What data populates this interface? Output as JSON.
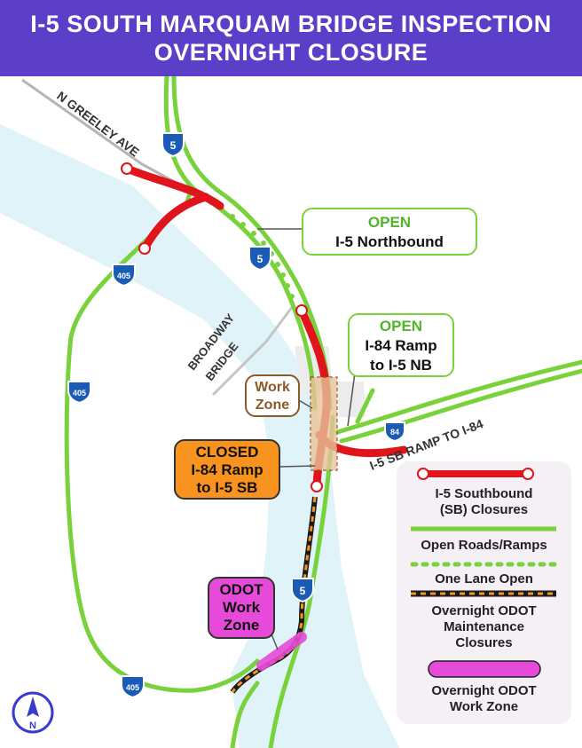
{
  "header": {
    "title_line1": "I-5 SOUTH MARQUAM BRIDGE INSPECTION",
    "title_line2": "OVERNIGHT CLOSURE"
  },
  "colors": {
    "header_bg": "#5b3fc8",
    "river": "#dff3f9",
    "open_road": "#79d23b",
    "open_text": "#4fb52a",
    "closure_red": "#e0141b",
    "work_zone_brown": "#8b5a2b",
    "closed_orange": "#f7931e",
    "odot_magenta": "#e64ad8",
    "compass_blue": "#3a3ad0",
    "interstate_blue": "#1a5bb5"
  },
  "map_labels": {
    "greeley": "N GREELEY AVE",
    "broadway_line1": "BROADWAY",
    "broadway_line2": "BRIDGE",
    "ramp": "I-5 SB RAMP TO I-84"
  },
  "shields": {
    "i5_north": "5",
    "i5_mid": "5",
    "i5_south": "5",
    "i405_nw": "405",
    "i405_west": "405",
    "i405_south": "405",
    "i84": "84"
  },
  "callouts": {
    "open_i5_nb": {
      "title": "OPEN",
      "line1": "I-5 Northbound"
    },
    "open_i84": {
      "title": "OPEN",
      "line1": "I-84 Ramp",
      "line2": "to I-5 NB"
    },
    "work_zone": {
      "line1": "Work",
      "line2": "Zone"
    },
    "closed": {
      "title": "CLOSED",
      "line1": "I-84 Ramp",
      "line2": "to I-5 SB"
    },
    "odot_work_zone": {
      "line1": "ODOT",
      "line2": "Work",
      "line3": "Zone"
    }
  },
  "legend": {
    "items": [
      {
        "line1": "I-5 Southbound",
        "line2": "(SB) Closures"
      },
      {
        "line1": "Open Roads/Ramps"
      },
      {
        "line1": "One Lane Open"
      },
      {
        "line1": "Overnight ODOT",
        "line2": "Maintenance",
        "line3": "Closures"
      },
      {
        "line1": "Overnight ODOT",
        "line2": "Work Zone"
      }
    ]
  },
  "compass": {
    "letter": "N"
  }
}
